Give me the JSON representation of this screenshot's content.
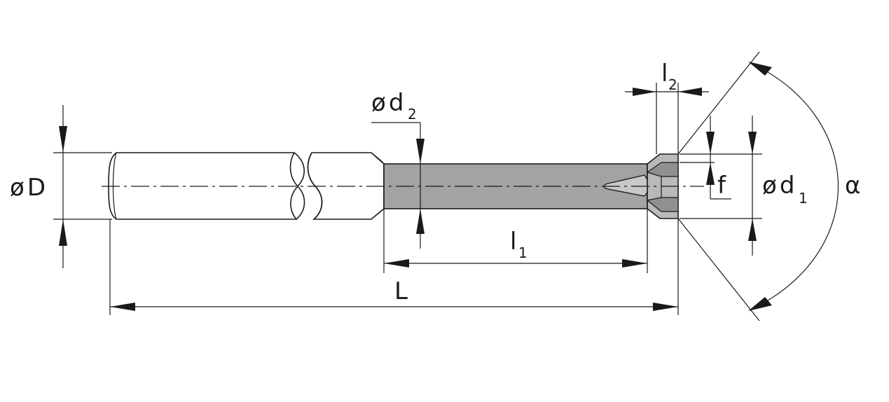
{
  "labels": {
    "D": {
      "prefix": "ø",
      "main": "D"
    },
    "d2": {
      "prefix": "ø",
      "main": "d",
      "sub": "2"
    },
    "d1": {
      "prefix": "ø",
      "main": "d",
      "sub": "1"
    },
    "l1": {
      "main": "l",
      "sub": "1"
    },
    "l2": {
      "main": "l",
      "sub": "2"
    },
    "L": {
      "main": "L"
    },
    "f": {
      "main": "f"
    },
    "alpha": {
      "main": "α"
    }
  },
  "colors": {
    "line": "#1a1a1a",
    "neck_fill": "#a3a3a6",
    "head_fill": "#b9b9bc",
    "background": "#ffffff"
  }
}
